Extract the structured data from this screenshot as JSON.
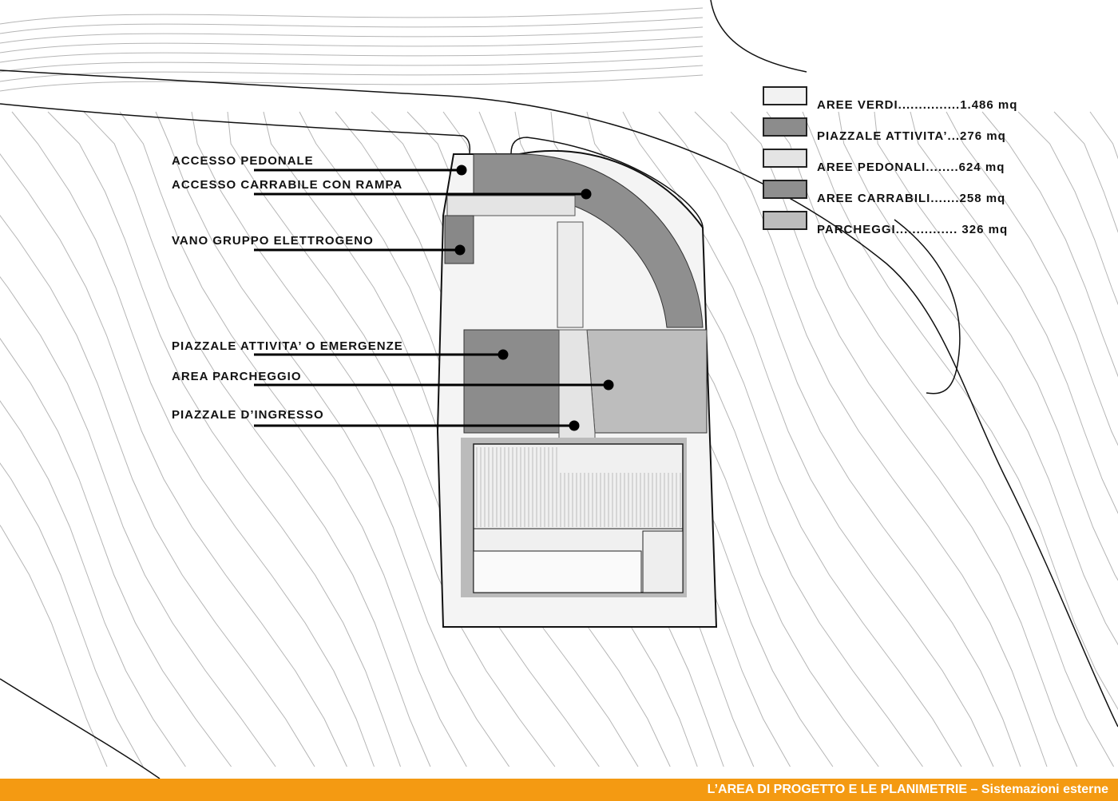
{
  "labels": {
    "accesso_pedonale": "ACCESSO PEDONALE",
    "accesso_carrabile": "ACCESSO CARRABILE CON RAMPA",
    "vano_gruppo": "VANO GRUPPO ELETTROGENO",
    "piazzale_attivita": "PIAZZALE ATTIVITA’ O EMERGENZE",
    "area_parcheggio": "AREA PARCHEGGIO",
    "piazzale_ingresso": "PIAZZALE D’INGRESSO"
  },
  "legend": [
    {
      "label": "AREE VERDI...............1.486 mq",
      "color": "#f2f2f2"
    },
    {
      "label": "PIAZZALE ATTIVITA’...276 mq",
      "color": "#8c8c8c"
    },
    {
      "label": "AREE PEDONALI........624 mq",
      "color": "#e4e4e4"
    },
    {
      "label": "AREE CARRABILI.......258 mq",
      "color": "#8f8f8f"
    },
    {
      "label": "PARCHEGGI............... 326 mq",
      "color": "#bdbdbd"
    }
  ],
  "footer": {
    "title": "L’AREA DI PROGETTO E LE PLANIMETRIE – Sistemazioni esterne",
    "color": "#f49a12"
  }
}
